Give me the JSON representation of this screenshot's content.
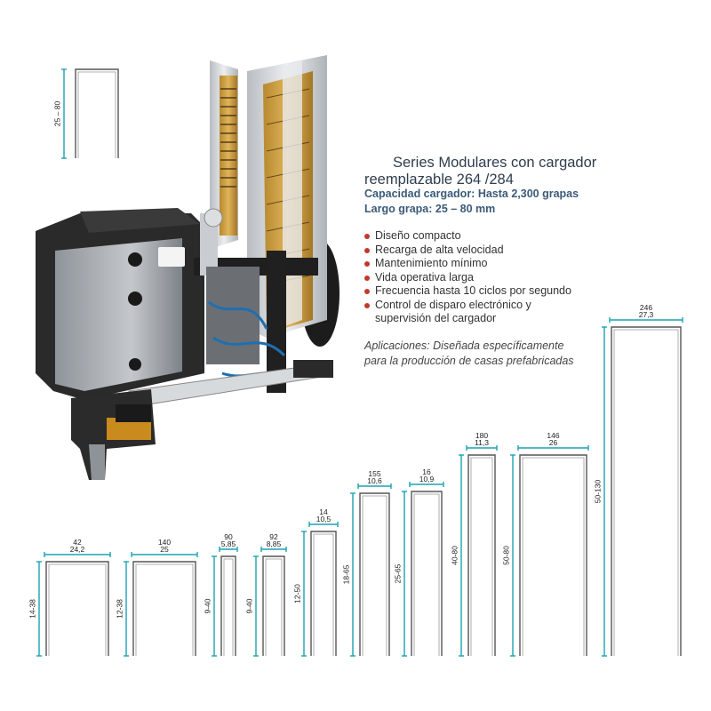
{
  "title": {
    "line1": "Series Modulares con cargador",
    "line2": "reemplazable 264 /284"
  },
  "specs": {
    "capacity": "Capacidad cargador: Hasta 2,300 grapas",
    "length": "Largo grapa: 25 – 80 mm"
  },
  "features": [
    "Diseño compacto",
    "Recarga de alta velocidad",
    "Mantenimiento mínimo",
    "Vida operativa larga",
    "Frecuencia hasta 10 ciclos por segundo",
    "Control de disparo electrónico y",
    "supervisión del cargador"
  ],
  "applications": {
    "line1": "Aplicaciones: Diseñada específicamente",
    "line2": "para la producción de casas prefabricadas"
  },
  "colors": {
    "accent_red": "#c0392b",
    "spec_blue": "#3b5a78",
    "dimension_teal": "#1aa3b0",
    "staple_steel": "#555555"
  },
  "top_staple": {
    "range": "25 – 80"
  },
  "staples": [
    {
      "series": "42",
      "crown": "24,2",
      "range": "14-38"
    },
    {
      "series": "140",
      "crown": "25",
      "range": "12-38"
    },
    {
      "series": "90",
      "crown": "5,85",
      "range": "9-40"
    },
    {
      "series": "92",
      "crown": "8,85",
      "range": "9-40"
    },
    {
      "series": "14",
      "crown": "10,5",
      "range": "12-50"
    },
    {
      "series": "155",
      "crown": "10,6",
      "range": "18-65"
    },
    {
      "series": "16",
      "crown": "10,9",
      "range": "25-65"
    },
    {
      "series": "180",
      "crown": "11,3",
      "range": "40-80"
    },
    {
      "series": "146",
      "crown": "26",
      "range": "50-80"
    },
    {
      "series": "246",
      "crown": "27,3",
      "range": "50-130"
    }
  ]
}
